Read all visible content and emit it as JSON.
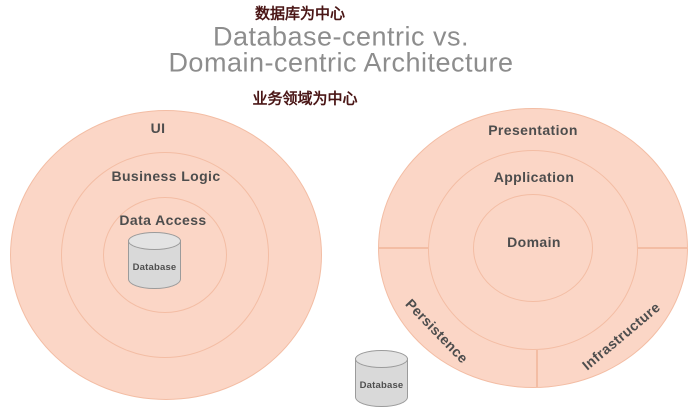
{
  "title": {
    "zh_top": "数据库为中心",
    "line1": "Database-centric vs.",
    "line2": "Domain-centric Architecture",
    "zh_bottom": "业务领域为中心"
  },
  "left_diagram": {
    "name": "database-centric-architecture",
    "ring_labels": [
      "UI",
      "Business Logic",
      "Data Access"
    ],
    "database_label": "Database"
  },
  "right_diagram": {
    "name": "domain-centric-architecture",
    "ring_labels": [
      "Presentation",
      "Application",
      "Domain"
    ],
    "segment_labels": [
      "Persistence",
      "Infrastructure"
    ],
    "database_label": "Database"
  },
  "colors": {
    "circle_fill": "#fbd6c6",
    "circle_stroke": "#f3bda4",
    "label_text": "#4d4d4d",
    "title_text": "#8d8d8d",
    "chinese_text": "#4a1616",
    "cylinder_fill": "#d9d9d9",
    "cylinder_stroke": "#9b9b9b"
  }
}
